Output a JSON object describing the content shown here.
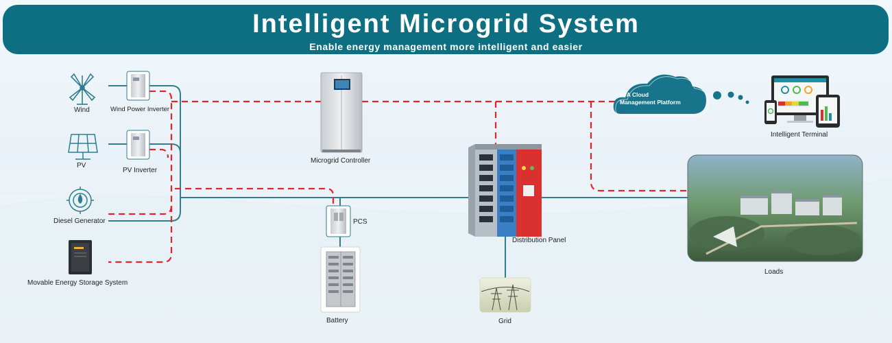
{
  "header": {
    "title": "Intelligent Microgrid System",
    "subtitle": "Enable energy management more intelligent and easier"
  },
  "sources": {
    "wind": "Wind",
    "wind_inverter": "Wind Power Inverter",
    "pv": "PV",
    "pv_inverter": "PV Inverter",
    "diesel": "Diesel Generator",
    "storage": "Movable Energy Storage System"
  },
  "center": {
    "controller": "Microgrid Controller",
    "pcs": "PCS",
    "battery": "Battery",
    "distribution_panel": "Distribution Panel",
    "grid": "Grid"
  },
  "right": {
    "cloud_line1": "eVA Cloud",
    "cloud_line2": "Management Platform",
    "terminal": "Intelligent Terminal",
    "loads": "Loads"
  },
  "colors": {
    "banner": "#0e6f82",
    "power_line": "#2f7d8f",
    "comm_line": "#e0262a",
    "cloud": "#17748a",
    "panel_blue": "#3a7fc4",
    "panel_red": "#d8312f"
  }
}
